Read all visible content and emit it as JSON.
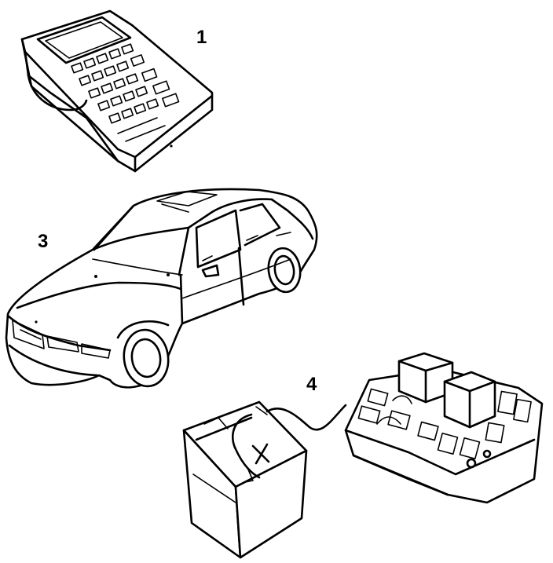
{
  "labels": {
    "tester": "1",
    "car": "3",
    "connection": "4"
  },
  "colors": {
    "line": "#000000",
    "background": "#ffffff"
  },
  "parts": {
    "tester_icon": "handheld-diagnostic-tester",
    "car_icon": "sedan-car",
    "battery_icon": "car-battery",
    "control_unit_icon": "electronic-control-unit",
    "cable_icon": "connection-cable"
  }
}
